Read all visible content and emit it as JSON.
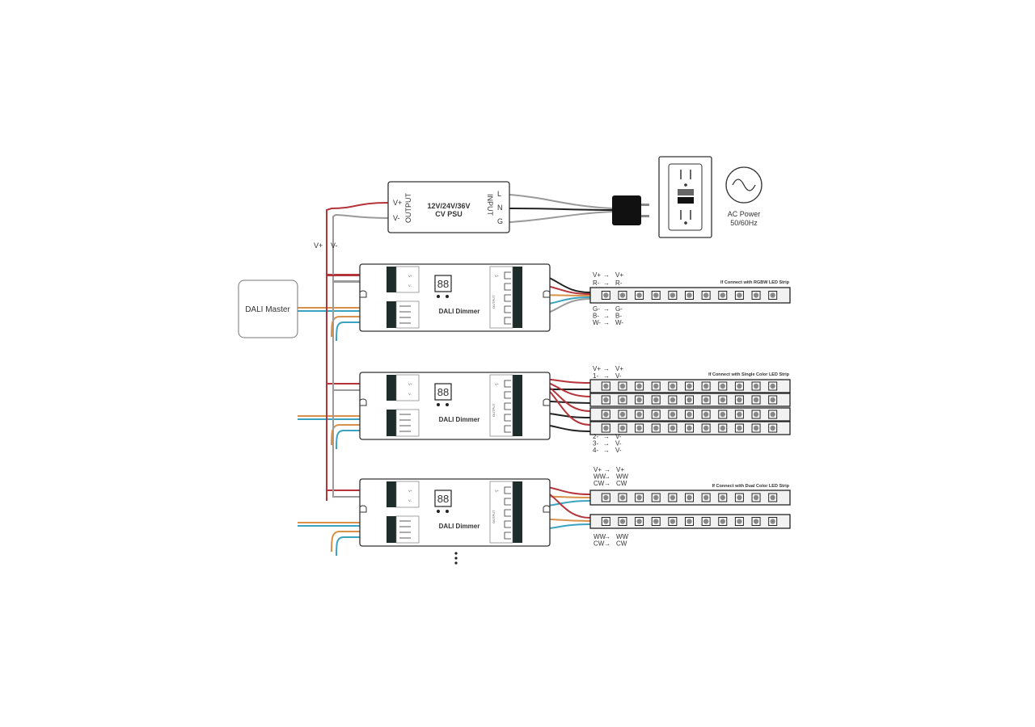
{
  "psu": {
    "vplus": "V+",
    "vminus": "V-",
    "output_label": "OUTPUT",
    "title_line1": "12V/24V/36V",
    "title_line2": "CV PSU",
    "input_label": "INPUT",
    "l": "L",
    "n": "N",
    "g": "G"
  },
  "ac_power": {
    "line1": "AC Power",
    "line2": "50/60Hz"
  },
  "bus_label": {
    "vplus": "V+",
    "vminus": "V-"
  },
  "dali_master": {
    "label": "DALI Master"
  },
  "dimmers": [
    {
      "label": "DALI Dimmer",
      "display": "88"
    },
    {
      "label": "DALI Dimmer",
      "display": "88"
    },
    {
      "label": "DALI Dimmer",
      "display": "88"
    }
  ],
  "dimmer_terminals": {
    "power_in": [
      "V+",
      "V-"
    ],
    "output_label": "OUTPUT",
    "output_first": "V+"
  },
  "strip_sections": {
    "rgbw": {
      "title": "If Connect with RGBW LED Strip",
      "above": [
        [
          "V+",
          "V+"
        ],
        [
          "R-",
          "R-"
        ]
      ],
      "below": [
        [
          "G-",
          "G-"
        ],
        [
          "B-",
          "B-"
        ],
        [
          "W-",
          "W-"
        ]
      ]
    },
    "single": {
      "title": "If Connect with Single Color LED Strip",
      "above": [
        [
          "V+",
          "V+"
        ],
        [
          "1-",
          "V-"
        ]
      ],
      "below": [
        [
          "2-",
          "V-"
        ],
        [
          "3-",
          "V-"
        ],
        [
          "4-",
          "V-"
        ]
      ]
    },
    "dual": {
      "title": "If Connect with Dual Color LED Strip",
      "above": [
        [
          "V+",
          "V+"
        ],
        [
          "WW",
          "WW"
        ],
        [
          "CW",
          "CW"
        ]
      ],
      "below": [
        [
          "WW",
          "WW"
        ],
        [
          "CW",
          "CW"
        ]
      ]
    }
  },
  "colors": {
    "red": "#b5343a",
    "grey": "#9a9a9a",
    "orange": "#d9914a",
    "blue": "#3aa3c0",
    "black": "#222222"
  }
}
